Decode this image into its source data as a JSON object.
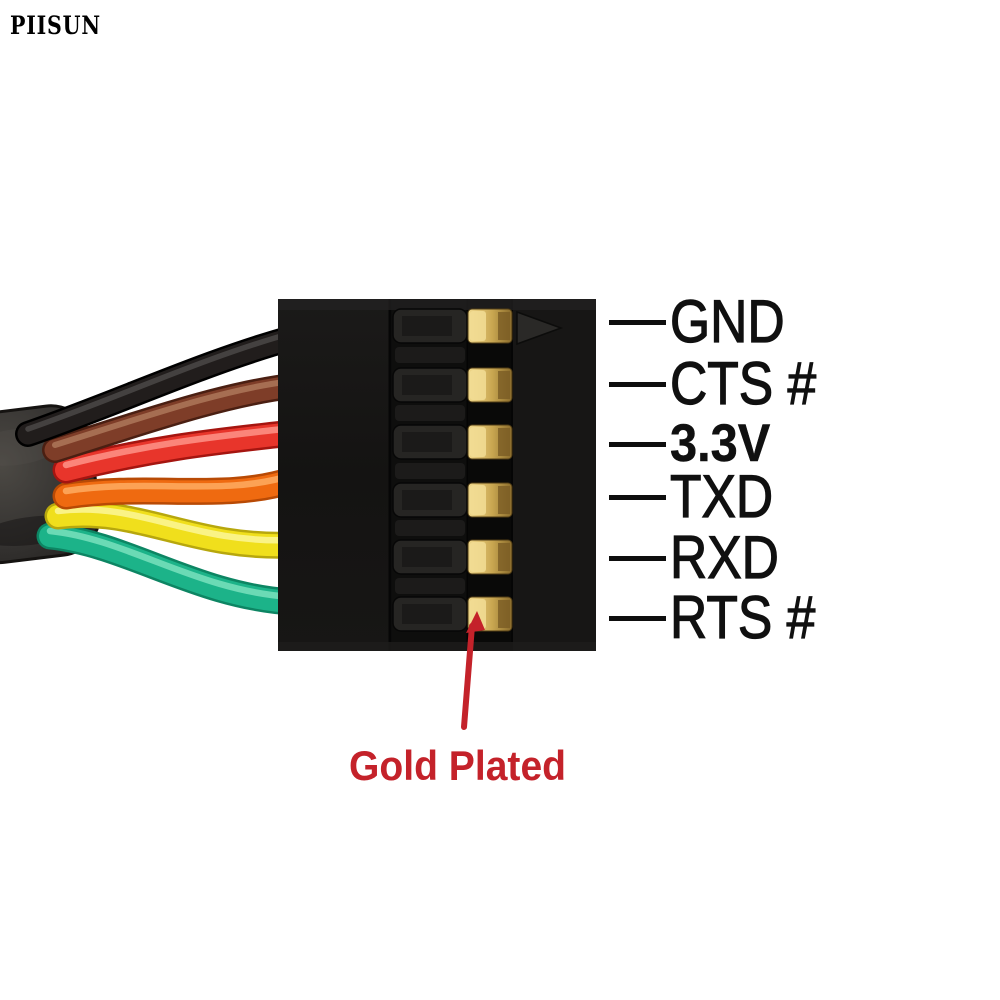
{
  "background": "#ffffff",
  "brand": {
    "label": "PIISUN"
  },
  "pinout": {
    "pins": [
      {
        "label": "GND",
        "wire": "black",
        "wire_hex": "#211d1c"
      },
      {
        "label": "CTS #",
        "wire": "brown",
        "wire_hex": "#7e3d28"
      },
      {
        "label": "3.3V",
        "wire": "red",
        "wire_hex": "#e8352b",
        "emphasis": "bold"
      },
      {
        "label": "TXD",
        "wire": "orange",
        "wire_hex": "#ef6a10"
      },
      {
        "label": "RXD",
        "wire": "yellow",
        "wire_hex": "#f0df1c"
      },
      {
        "label": "RTS #",
        "wire": "green",
        "wire_hex": "#1cb389"
      }
    ]
  },
  "connector": {
    "pin_count": 6,
    "gold_hex": "#c9a751",
    "housing_hex": "#141312",
    "sheath_hex": "#3b3835"
  },
  "annotation": {
    "text": "Gold Plated",
    "color": "#c4222a"
  }
}
